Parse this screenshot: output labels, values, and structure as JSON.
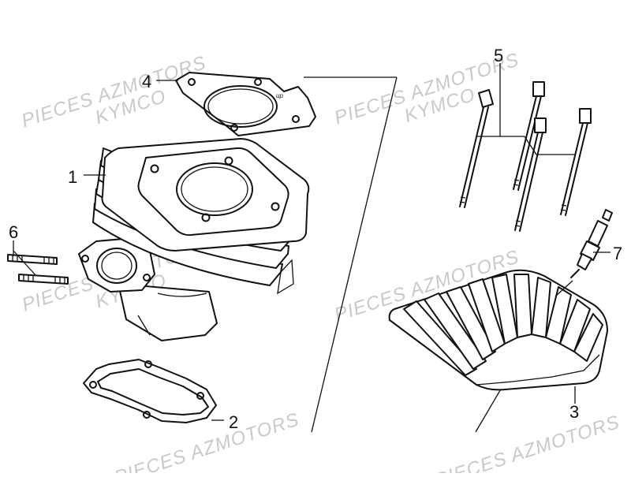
{
  "watermarks": {
    "line1": "PIECES AZMOTORS",
    "line2": "KYMCO"
  },
  "callouts": {
    "c1": "1",
    "c2": "2",
    "c3": "3",
    "c4": "4",
    "c5": "5",
    "c6": "6",
    "c7": "7"
  },
  "gasket_stamp": "up"
}
